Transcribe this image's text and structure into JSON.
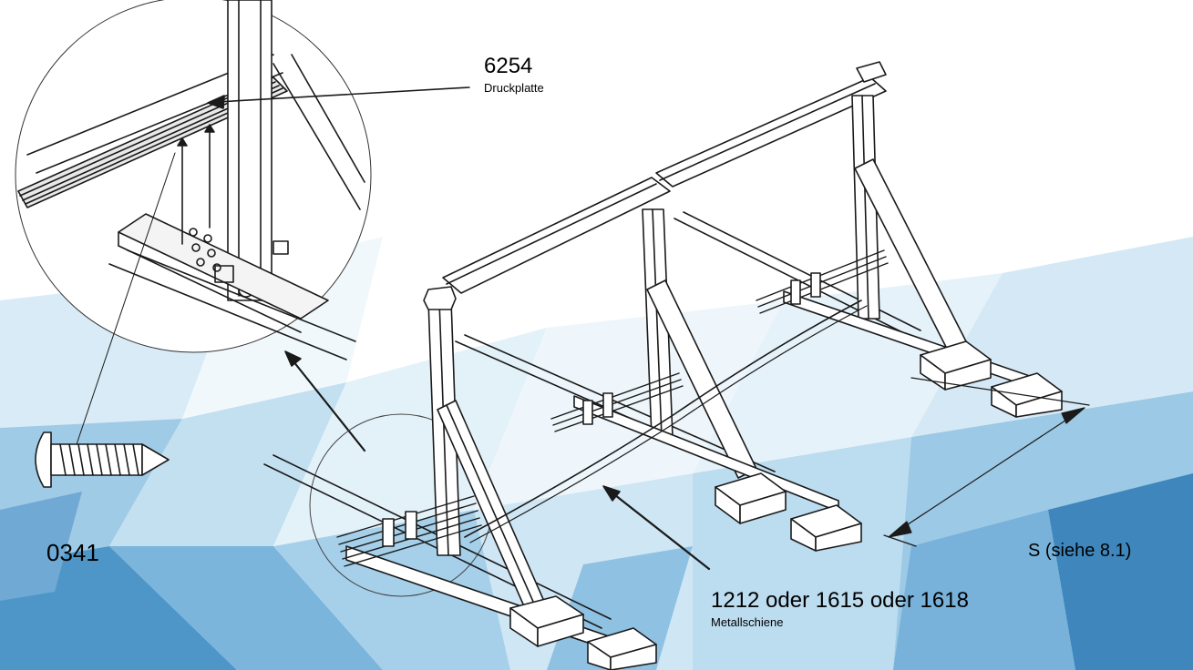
{
  "labels": {
    "pressure_plate": {
      "part_no": "6254",
      "name": "Druckplatte"
    },
    "screw": {
      "part_no": "0341"
    },
    "rail": {
      "part_no": "1212 oder 1615 oder 1618",
      "name": "Metallschiene"
    },
    "spacing": {
      "text": "S (siehe 8.1)"
    }
  },
  "colors": {
    "line": "#1a1a1a",
    "background_light": "#eef6fb",
    "background_mid": "#a9d3ea",
    "background_dark": "#3e86bb"
  }
}
